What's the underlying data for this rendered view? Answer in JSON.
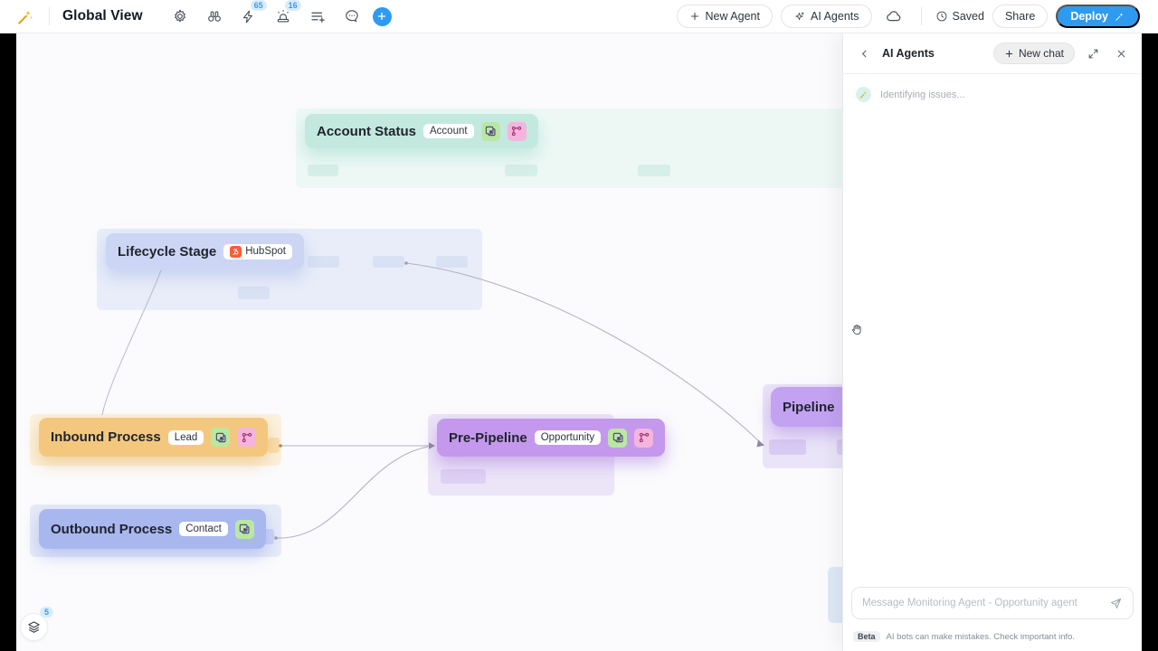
{
  "toolbar": {
    "title": "Global View",
    "notifications_count": "65",
    "alerts_count": "16",
    "new_agent_label": "New Agent",
    "ai_agents_label": "AI Agents",
    "saved_label": "Saved",
    "share_label": "Share",
    "deploy_label": "Deploy"
  },
  "canvas": {
    "nodes": [
      {
        "title": "Account Status",
        "badge": "Account",
        "header_color": "#c3e9df",
        "zone_color": "#edf8f5"
      },
      {
        "title": "Lifecycle Stage",
        "badge": "HubSpot",
        "header_color": "#ccd6f4",
        "zone_color": "#e8edf9"
      },
      {
        "title": "Inbound Process",
        "badge": "Lead",
        "header_color": "#f3c87e",
        "zone_color": "#fbf1de"
      },
      {
        "title": "Outbound Process",
        "badge": "Contact",
        "header_color": "#a9b7ef",
        "zone_color": "#e6ebf8"
      },
      {
        "title": "Pre-Pipeline",
        "badge": "Opportunity",
        "header_color": "#c498ec",
        "zone_color": "#ece5f8"
      },
      {
        "title": "Pipeline",
        "header_color": "#c2a2f1",
        "zone_color": "#eae4f8"
      }
    ],
    "layers_count": "5"
  },
  "panel": {
    "title": "AI Agents",
    "new_chat_label": "New chat",
    "agent_message": "Identifying issues...",
    "input_placeholder": "Message Monitoring Agent - Opportunity agent",
    "beta_label": "Beta",
    "disclaimer": "AI bots can make mistakes. Check important info."
  },
  "colors": {
    "accent_blue": "#2e9bf0",
    "badge_blue_bg": "#d9ecfc",
    "badge_blue_text": "#3b9af0",
    "hubspot_orange": "#ff5c35",
    "logo_gold": "#dfa514",
    "edge_gray": "#b7b1c6",
    "canvas_bg": "#fbfbfd"
  }
}
